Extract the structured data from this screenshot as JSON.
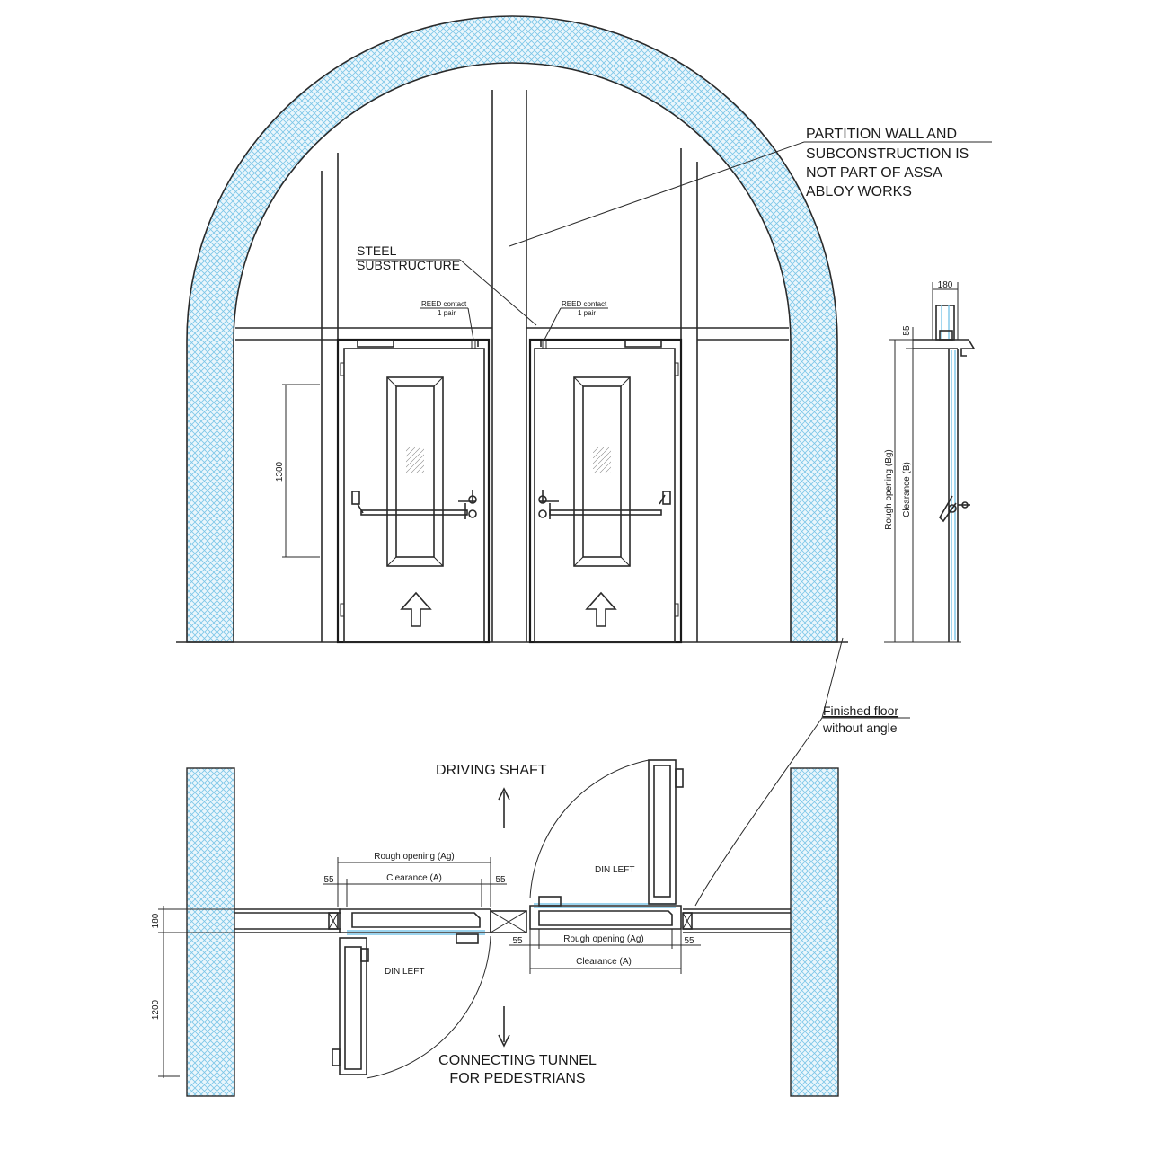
{
  "labels": {
    "partition_note": [
      "PARTITION WALL AND",
      "SUBCONSTRUCTION IS",
      "NOT PART OF ASSA",
      "ABLOY WORKS"
    ],
    "steel_note": [
      "STEEL",
      "SUBSTRUCTURE"
    ],
    "reed_contact": [
      "REED contact",
      "1 pair"
    ],
    "finished_floor": [
      "Finished floor",
      "without angle"
    ],
    "driving_shaft": "DRIVING SHAFT",
    "tunnel": [
      "CONNECTING TUNNEL",
      "FOR PEDESTRIANS"
    ],
    "din_left": "DIN LEFT",
    "rough_opening_ag": "Rough opening (Ag)",
    "clearance_a": "Clearance (A)",
    "rough_opening_bg": "Rough opening (Bg)",
    "clearance_b": "Clearance (B)"
  },
  "dimensions": {
    "handle_height": "1300",
    "wall_thickness": "180",
    "top_gap": "55",
    "frame": "55",
    "swing_depth": "1200"
  },
  "colors": {
    "hatch": "#7cc6e8",
    "line": "#2a2a2a"
  }
}
